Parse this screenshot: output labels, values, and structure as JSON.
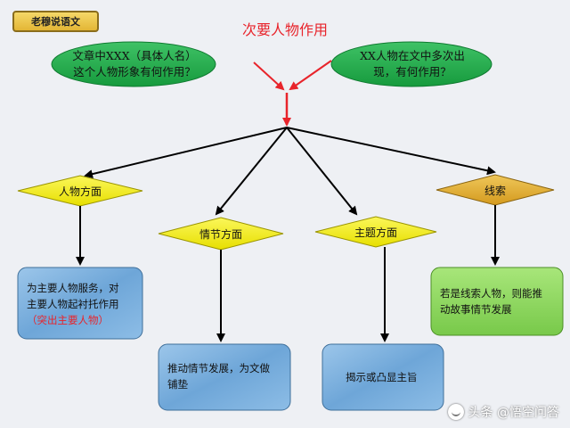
{
  "badge": "老穆说语文",
  "title": "次要人物作用",
  "questions": {
    "left": {
      "line1": "文章中XXX（具体人名）",
      "line2": "这个人物形象有何作用？"
    },
    "right": {
      "line1": "XX人物在文中多次出",
      "line2": "现，有何作用？"
    }
  },
  "aspects": {
    "character": "人物方面",
    "plot": "情节方面",
    "theme": "主题方面",
    "clue": "线索"
  },
  "answers": {
    "character": {
      "line1": "为主要人物服务，对",
      "line2": "主要人物起衬托作用",
      "line3": "（突出主要人物）"
    },
    "plot": {
      "line1": "推动情节发展，为文做",
      "line2": "铺垫"
    },
    "theme": {
      "line1": "揭示或凸显主旨"
    },
    "clue": {
      "line1": "若是线索人物，则能推",
      "line2": "动故事情节发展"
    }
  },
  "watermark": "头条 @悟空问答",
  "colors": {
    "question_green": "#1fa84a",
    "diamond_yellow": "#f2ee12",
    "diamond_gold": "#e0a92a",
    "box_blue": "#7fb3e0",
    "box_green": "#8fd860",
    "arrow_red": "#e8242b"
  }
}
